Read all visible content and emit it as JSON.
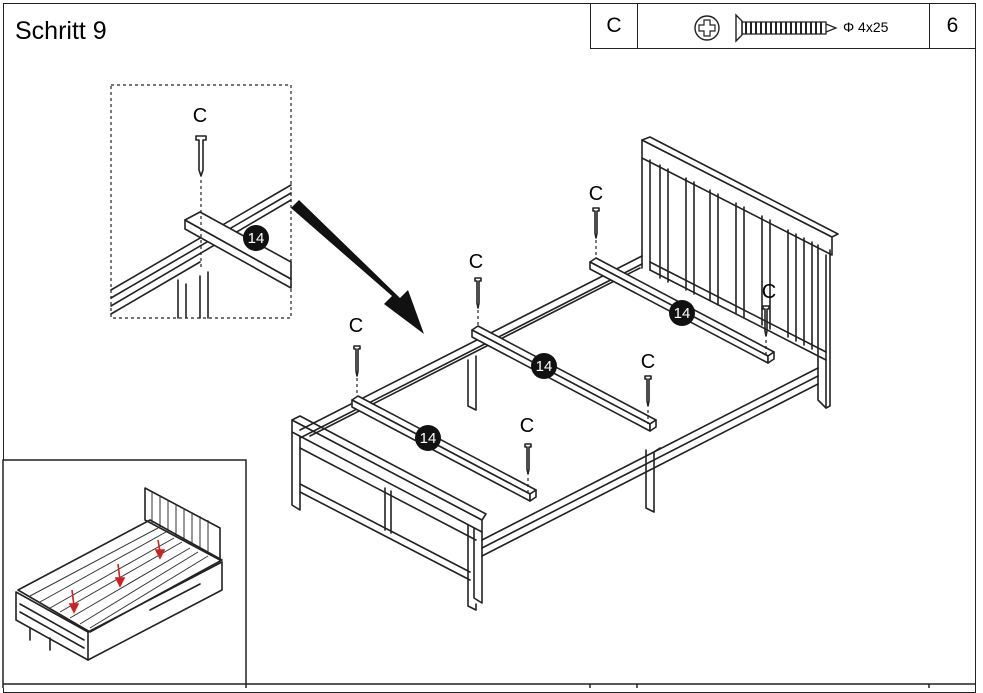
{
  "step": {
    "title": "Schritt 9"
  },
  "parts": {
    "code": "C",
    "spec": "Φ 4x25",
    "quantity": "6"
  },
  "labels": {
    "screw_code": "C",
    "slat_number": "14"
  },
  "colors": {
    "line": "#222222",
    "badge": "#111111",
    "arrow_red": "#cc2222"
  },
  "icons": {
    "screw": "wood-screw-icon",
    "screw_head": "phillips-head-icon"
  }
}
